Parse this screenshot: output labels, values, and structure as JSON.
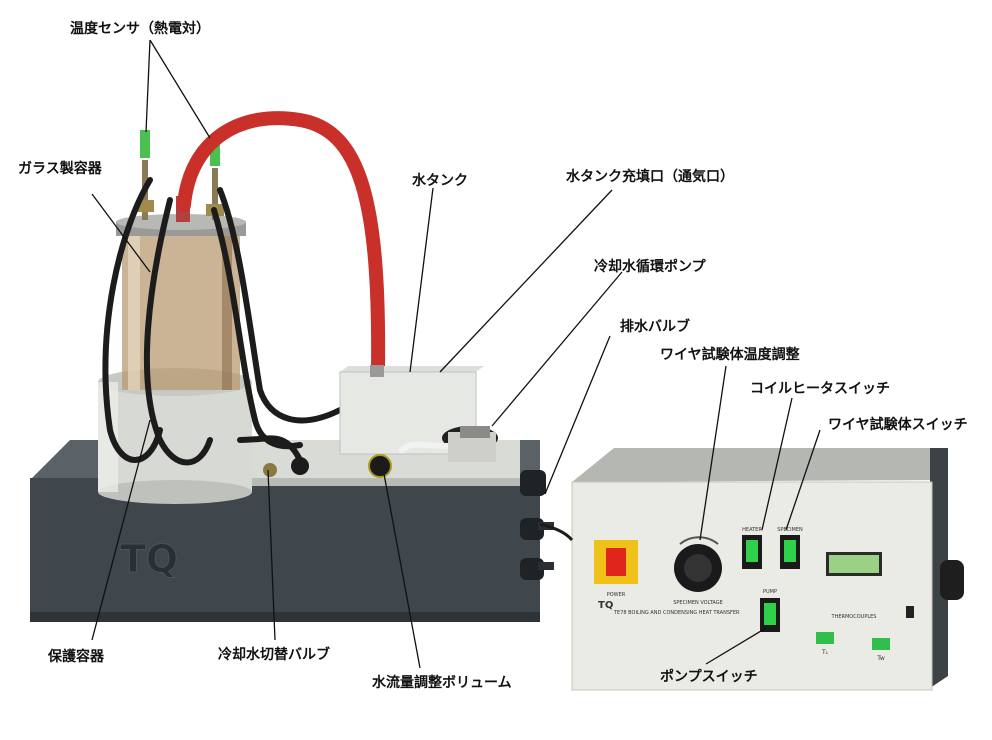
{
  "labels": {
    "thermocouple": "温度センサ（熱電対）",
    "glass_vessel": "ガラス製容器",
    "water_tank": "水タンク",
    "tank_fill_port": "水タンク充填口（通気口）",
    "cooling_pump": "冷却水循環ポンプ",
    "drain_valve": "排水バルブ",
    "wire_temp_control": "ワイヤ試験体温度調整",
    "coil_heater_switch": "コイルヒータスイッチ",
    "wire_specimen_switch": "ワイヤ試験体スイッチ",
    "protective_vessel": "保護容器",
    "cooling_switch_valve": "冷却水切替バルブ",
    "flow_volume": "水流量調整ボリューム",
    "pump_switch": "ポンプスイッチ"
  },
  "panel": {
    "power": "POWER",
    "specimen_voltage": "SPECIMEN VOLTAGE",
    "heater": "HEATER",
    "specimen": "SPECIMEN",
    "pump": "PUMP",
    "thermocouples": "THERMOCOUPLES",
    "t1": "T₁",
    "tw": "Tw",
    "model": "TE78 BOILING AND CONDENSING HEAT TRANSFER",
    "logo": "TQ"
  },
  "colors": {
    "base_unit": "#3f464c",
    "console": "#e9ebe4",
    "hose": "#c9302a",
    "switch_green": "#2fd14a",
    "display": "#9bd184",
    "power_knob": "#f0c219"
  }
}
